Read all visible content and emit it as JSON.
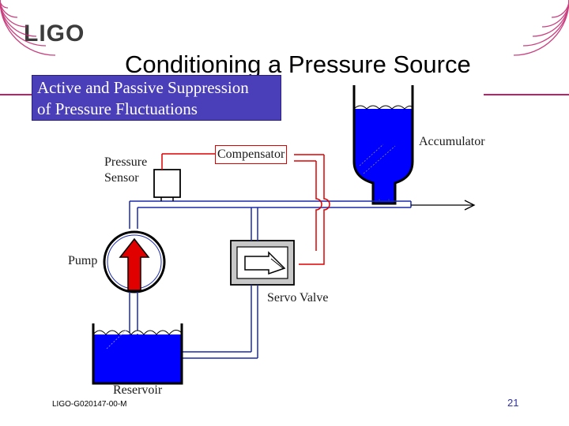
{
  "slide": {
    "logo_text": "LIGO",
    "title": "Conditioning a Pressure Source",
    "subtitle_line1": "Active and Passive Suppression",
    "subtitle_line2": "of Pressure Fluctuations",
    "footer_code": "LIGO-G020147-00-M",
    "page_number": "21"
  },
  "diagram": {
    "labels": {
      "pressure_sensor_line1": "Pressure",
      "pressure_sensor_line2": "Sensor",
      "compensator": "Compensator",
      "accumulator": "Accumulator",
      "pump": "Pump",
      "servo_valve": "Servo Valve",
      "reservoir": "Reservoir"
    },
    "colors": {
      "fluid_blue": "#0000ff",
      "pipe_blue": "#1a2aa8",
      "signal_red": "#e00000",
      "pump_arrow": "#e00000",
      "accent_pink": "#c0206a"
    }
  }
}
